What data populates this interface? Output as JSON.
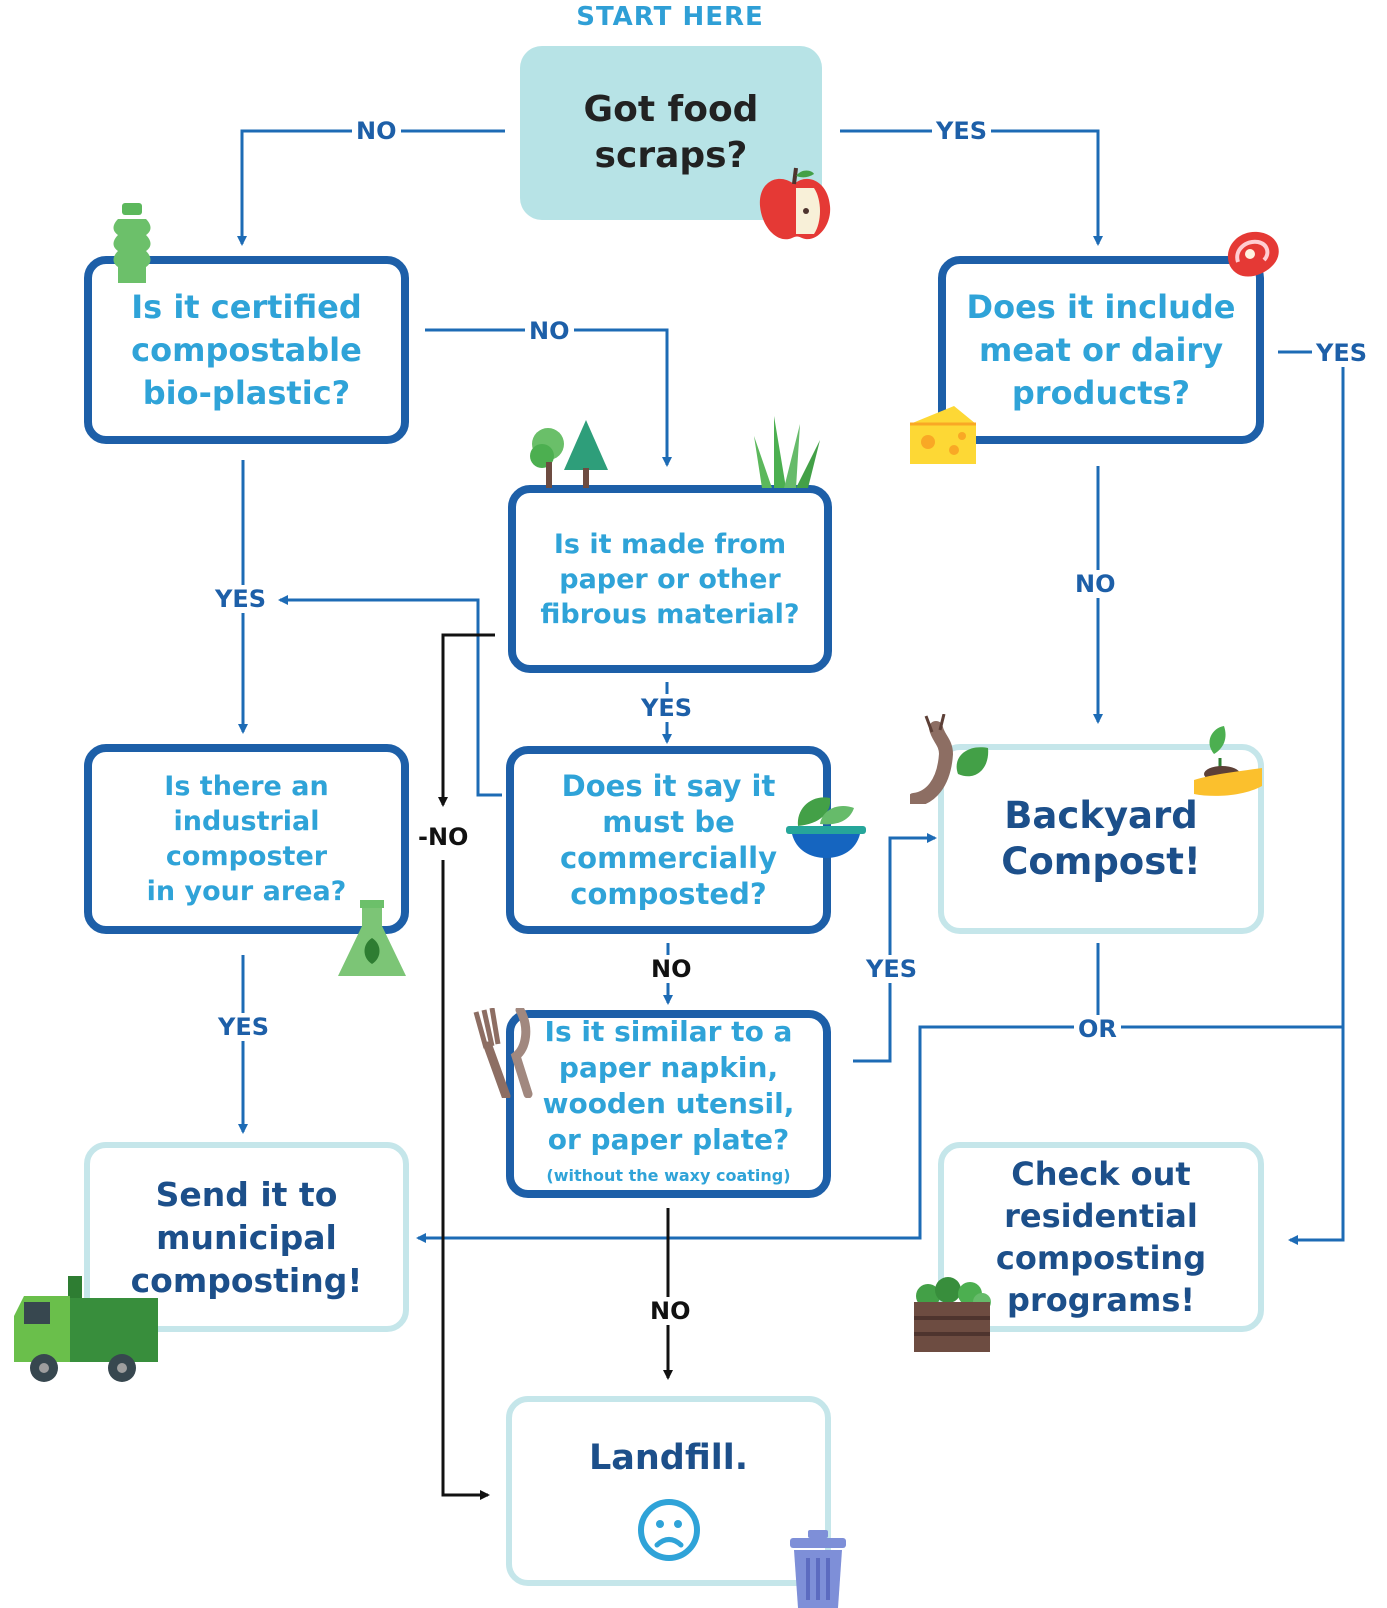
{
  "header": {
    "start_label": "START HERE"
  },
  "nodes": {
    "start": {
      "lines": [
        "Got food",
        "scraps?"
      ]
    },
    "bioplastic": {
      "lines": [
        "Is it certified",
        "compostable",
        "bio-plastic?"
      ]
    },
    "meat_dairy": {
      "lines": [
        "Does it include",
        "meat or dairy",
        "products?"
      ]
    },
    "paper": {
      "lines": [
        "Is it made from",
        "paper or other",
        "fibrous material?"
      ]
    },
    "industrial": {
      "lines": [
        "Is there an",
        "industrial",
        "composter",
        "in your area?"
      ]
    },
    "commercial": {
      "lines": [
        "Does it say it",
        "must be",
        "commercially",
        "composted?"
      ]
    },
    "backyard": {
      "lines": [
        "Backyard",
        "Compost!"
      ]
    },
    "napkin": {
      "lines": [
        "Is it similar to a",
        "paper napkin,",
        "wooden utensil,",
        "or paper plate?"
      ],
      "note": "(without the waxy coating)"
    },
    "municipal": {
      "lines": [
        "Send it to",
        "municipal",
        "composting!"
      ]
    },
    "residential": {
      "lines": [
        "Check out",
        "residential",
        "composting",
        "programs!"
      ]
    },
    "landfill": {
      "lines": [
        "Landfill."
      ]
    }
  },
  "edge_labels": {
    "start_no": "NO",
    "start_yes": "YES",
    "bio_no": "NO",
    "bio_yes": "YES",
    "meat_yes": "YES",
    "meat_no": "NO",
    "paper_yes": "YES",
    "paper_no": "-NO",
    "industrial_yes": "YES",
    "commercial_no": "NO",
    "napkin_yes": "YES",
    "backyard_or": "OR",
    "napkin_no": "NO"
  },
  "icons": [
    "apple-icon",
    "bottle-icon",
    "steak-icon",
    "cheese-icon",
    "trees-icon",
    "grass-icon",
    "slug-icon",
    "plant-hand-icon",
    "salad-bowl-icon",
    "flask-icon",
    "fork-knife-icon",
    "truck-icon",
    "crate-icon",
    "sad-face-icon",
    "trash-can-icon"
  ],
  "colors": {
    "question_border": "#1d5fa8",
    "question_text": "#2fa3d8",
    "result_border": "#c5e6ea",
    "result_text": "#1c4f8a",
    "start_fill": "#b7e3e6",
    "wire": "#1d6bb5"
  }
}
